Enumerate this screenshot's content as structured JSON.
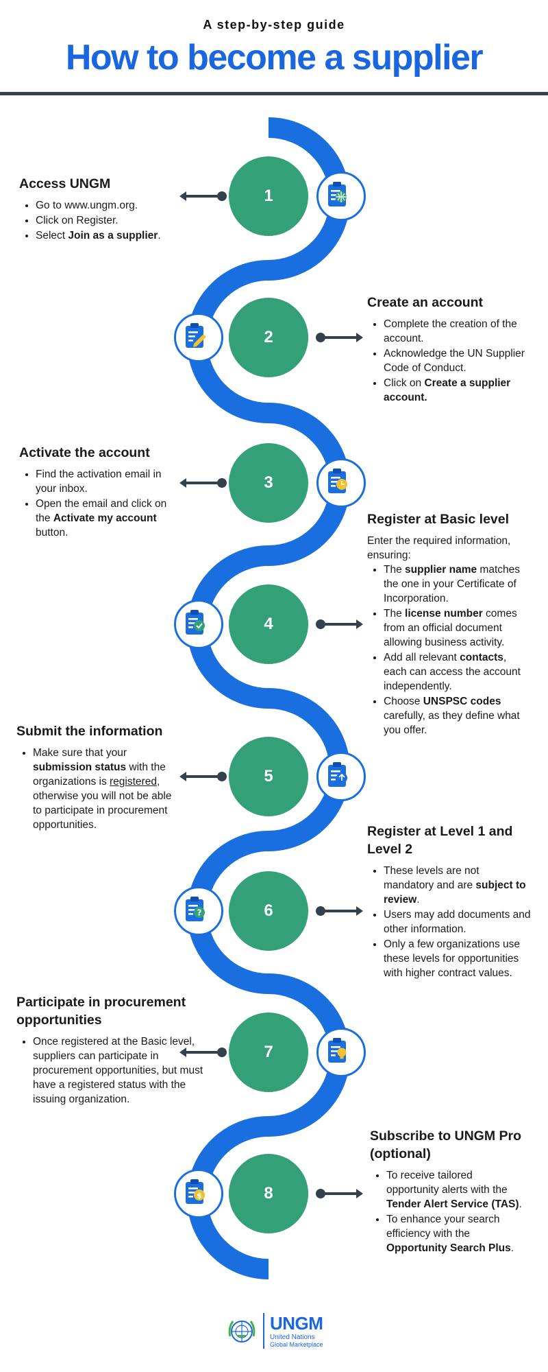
{
  "header": {
    "subtitle": "A step-by-step guide",
    "title": "How to become a supplier"
  },
  "colors": {
    "accent_blue": "#1a6fe0",
    "step_green": "#33a078",
    "dark": "#33414f"
  },
  "steps": [
    {
      "number": "1",
      "icon": "clipboard-globe-icon",
      "title": "Access UNGM",
      "bullets": [
        [
          "Go to www.ungm.org."
        ],
        [
          "Click on Register."
        ],
        [
          "Select ",
          {
            "b": "Join as a supplier"
          },
          "."
        ]
      ]
    },
    {
      "number": "2",
      "icon": "clipboard-pencil-icon",
      "title": "Create an account",
      "bullets": [
        [
          "Complete the creation of the account."
        ],
        [
          "Acknowledge the UN Supplier Code of Conduct."
        ],
        [
          " Click on ",
          {
            "b": "Create a supplier account."
          }
        ]
      ]
    },
    {
      "number": "3",
      "icon": "clipboard-clock-icon",
      "title": "Activate the account",
      "bullets": [
        [
          "Find the activation email in your inbox."
        ],
        [
          "Open the email and click on the ",
          {
            "b": "Activate my account"
          },
          " button."
        ]
      ]
    },
    {
      "number": "4",
      "icon": "clipboard-check-icon",
      "title": "Register at Basic level",
      "intro": "Enter the required information, ensuring:",
      "bullets": [
        [
          "The ",
          {
            "b": "supplier name"
          },
          " matches the one in your Certificate of Incorporation."
        ],
        [
          "The ",
          {
            "b": "license number"
          },
          " comes from an official document allowing business activity."
        ],
        [
          "Add all relevant ",
          {
            "b": "contacts"
          },
          ", each can access the account independently."
        ],
        [
          "Choose ",
          {
            "b": "UNSPSC codes"
          },
          " carefully, as they define what you offer."
        ]
      ]
    },
    {
      "number": "5",
      "icon": "clipboard-upload-icon",
      "title": "Submit the information",
      "bullets": [
        [
          "Make sure that your ",
          {
            "b": "submission status"
          },
          " with the organizations is ",
          {
            "u": "registered"
          },
          ", otherwise you will not be able to participate in procurement opportunities."
        ]
      ]
    },
    {
      "number": "6",
      "icon": "clipboard-question-icon",
      "title": "Register at Level 1 and Level 2",
      "bullets": [
        [
          "These levels are not mandatory and are ",
          {
            "b": "subject to review"
          },
          "."
        ],
        [
          "Users may add documents and other information."
        ],
        [
          "Only a few organizations use these levels for opportunities with higher contract values."
        ]
      ]
    },
    {
      "number": "7",
      "icon": "clipboard-lightbulb-icon",
      "title": "Participate in procurement opportunities",
      "bullets": [
        [
          "Once registered at the Basic level, suppliers can participate in procurement opportunities, but must have a registered status with the issuing organization."
        ]
      ]
    },
    {
      "number": "8",
      "icon": "clipboard-dollar-icon",
      "title": "Subscribe to UNGM Pro (optional)",
      "bullets": [
        [
          "To receive tailored opportunity alerts with the ",
          {
            "b": "Tender Alert Service (TAS)"
          },
          "."
        ],
        [
          "To enhance your search efficiency with the ",
          {
            "b": "Opportunity Search Plus"
          },
          "."
        ]
      ]
    }
  ],
  "footer": {
    "logo_icon": "un-emblem-icon",
    "brand": "UNGM",
    "line1": "United Nations",
    "line2": "Global Marketplace"
  }
}
